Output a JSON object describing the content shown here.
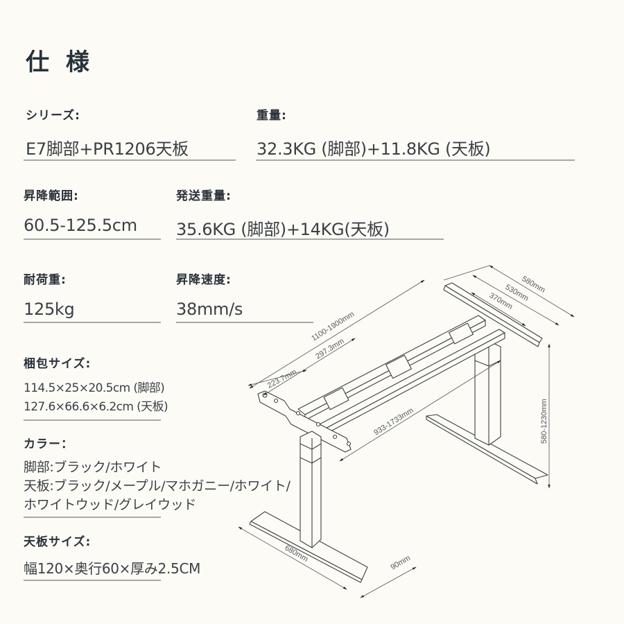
{
  "page": {
    "title": "仕 様"
  },
  "specs": {
    "series": {
      "label": "シリーズ:",
      "value": "E7脚部+PR1206天板"
    },
    "weight": {
      "label": "重量:",
      "value": "32.3KG (脚部)+11.8KG (天板)"
    },
    "height_range": {
      "label": "昇降範囲:",
      "value": "60.5-125.5cm"
    },
    "shipping_weight": {
      "label": "発送重量:",
      "value": "35.6KG (脚部)+14KG(天板)"
    },
    "load_capacity": {
      "label": "耐荷重:",
      "value": "125kg"
    },
    "lift_speed": {
      "label": "昇降速度:",
      "value": "38mm/s"
    },
    "package_size": {
      "label": "梱包サイズ:",
      "lines": [
        "114.5×25×20.5cm (脚部)",
        "127.6×66.6×6.2cm (天板)"
      ]
    },
    "color": {
      "label": "カラー：",
      "lines": [
        "脚部:ブラック/ホワイト",
        "天板:ブラック/メープル/マホガニー/ホワイト/ホワイトウッド/グレイウッド"
      ]
    },
    "top_size": {
      "label": "天板サイズ:",
      "value": "幅120×奥行60×厚み2.5CM"
    }
  },
  "drawing": {
    "name": "desk-frame-technical-drawing",
    "dimensions": {
      "top_bracket_outer": "580mm",
      "top_bracket_mid": "530mm",
      "top_bracket_inner": "370mm",
      "frame_span": "1100-1900mm",
      "beam_offset": "297.3mm",
      "bracket_offset": "223.7mm",
      "leg_span": "933-1733mm",
      "height_range": "580-1230mm",
      "foot_length": "680mm",
      "foot_width": "90mm"
    }
  },
  "colors": {
    "background": "#fcfbf6",
    "text_label": "#2a3138",
    "text_value": "#3b4045",
    "rule": "#a8a8a6",
    "drawing_line": "#3d3f41"
  }
}
